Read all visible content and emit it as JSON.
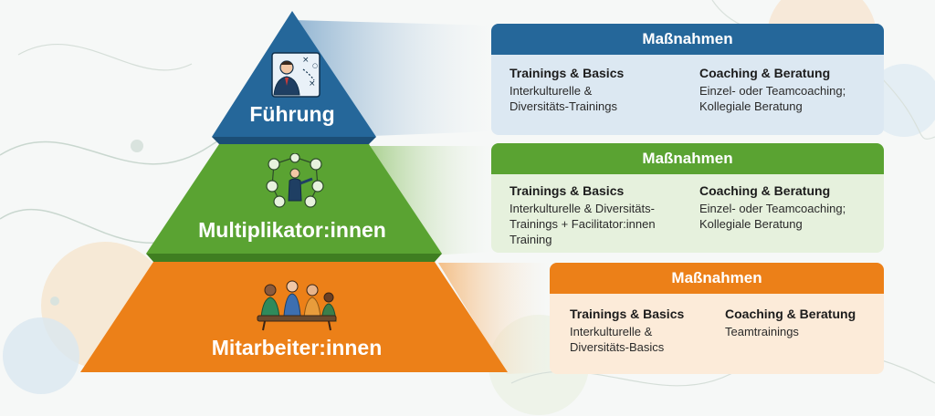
{
  "colors": {
    "fuehrung": "#25679a",
    "multiplikator": "#5aa332",
    "mitarbeiter": "#ec8018",
    "panel_blue_bg": "#dce8f2",
    "panel_green_bg": "#e6f1dd",
    "panel_orange_bg": "#fcebd9"
  },
  "tiers": [
    {
      "id": "fuehrung",
      "label": "Führung",
      "icon": "leader-strategy-icon",
      "panel": {
        "header": "Maßnahmen",
        "col1": {
          "title": "Trainings & Basics",
          "text": "Interkulturelle &\nDiversitäts-Trainings"
        },
        "col2": {
          "title": "Coaching & Beratung",
          "text": "Einzel- oder Teamcoaching;\nKollegiale Beratung"
        }
      }
    },
    {
      "id": "multiplikator",
      "label": "Multiplikator:innen",
      "icon": "network-presenter-icon",
      "panel": {
        "header": "Maßnahmen",
        "col1": {
          "title": "Trainings & Basics",
          "text": "Interkulturelle & Diversitäts-\nTrainings + Facilitator:innen\nTraining"
        },
        "col2": {
          "title": "Coaching & Beratung",
          "text": "Einzel- oder Teamcoaching;\nKollegiale Beratung"
        }
      }
    },
    {
      "id": "mitarbeiter",
      "label": "Mitarbeiter:innen",
      "icon": "team-meeting-icon",
      "panel": {
        "header": "Maßnahmen",
        "col1": {
          "title": "Trainings & Basics",
          "text": "Interkulturelle &\nDiversitäts-Basics"
        },
        "col2": {
          "title": "Coaching & Beratung",
          "text": "Teamtrainings"
        }
      }
    }
  ]
}
